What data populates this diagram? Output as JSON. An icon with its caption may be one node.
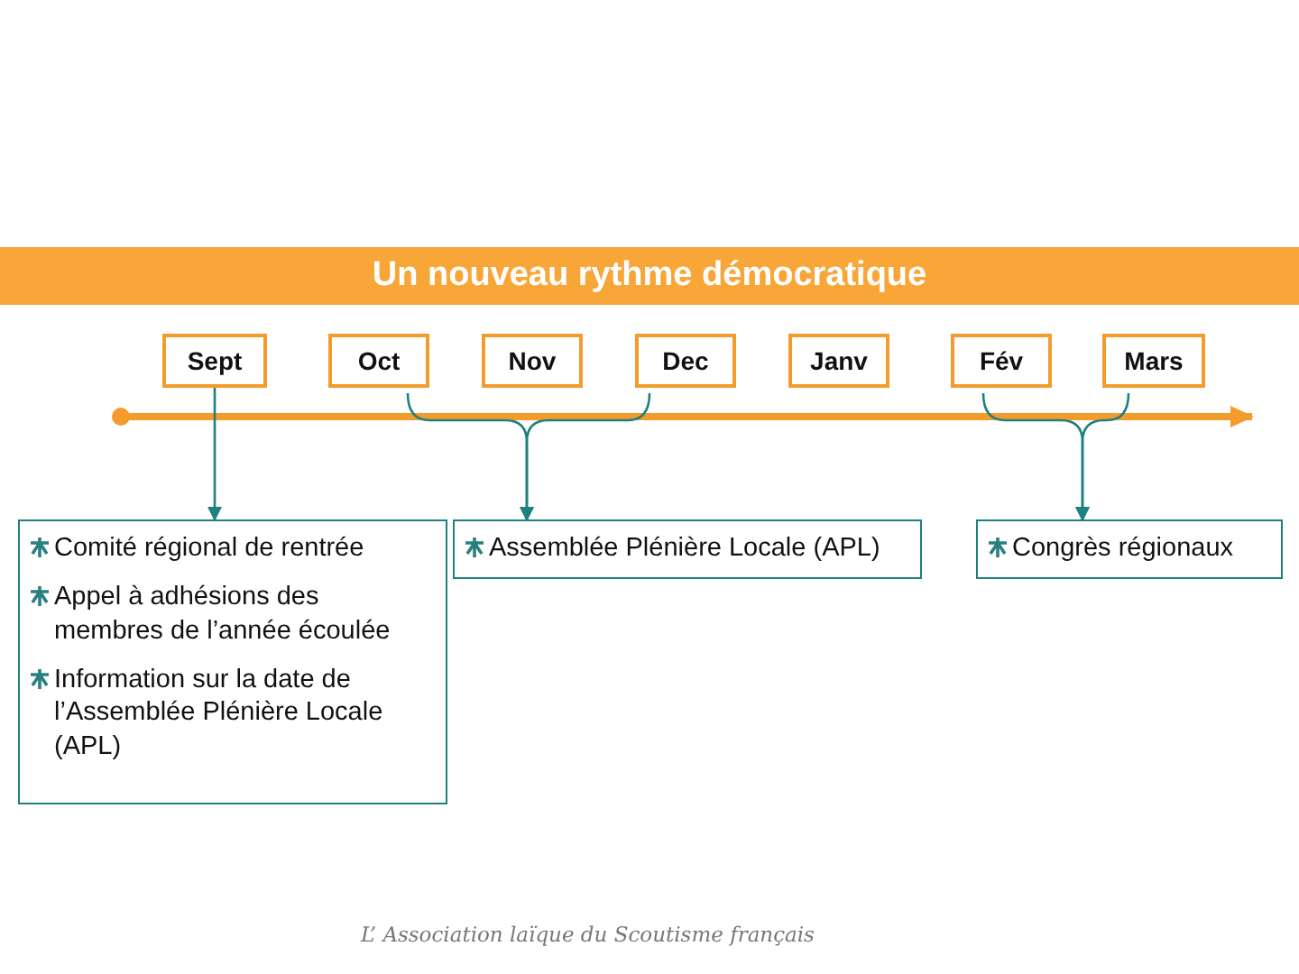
{
  "diagram": {
    "title": "Un nouveau rythme démocratique",
    "nodes": [
      {
        "text": [
          "Sept"
        ]
      },
      {
        "text": [
          "Oct"
        ]
      },
      {
        "text": [
          "Nov"
        ]
      },
      {
        "text": [
          "Dec"
        ]
      },
      {
        "text": [
          "Janv"
        ]
      },
      {
        "text": [
          "Fév"
        ]
      },
      {
        "text": [
          "Mars"
        ]
      },
      {
        "text": [
          "Comité régional de rentrée",
          "Appel à adhésions des membres de l’année écoulée",
          "Information sur la date de l’Assemblée Plénière Locale (APL)"
        ]
      },
      {
        "text": [
          "Assemblée Plénière Locale (APL)"
        ]
      },
      {
        "text": [
          "Congrès régionaux"
        ]
      }
    ],
    "edges": [
      {
        "from": 0,
        "to": 7,
        "arrow": "to"
      },
      {
        "from": 1,
        "to": 8,
        "arrow": "to"
      },
      {
        "from": 3,
        "to": 8,
        "arrow": "to"
      },
      {
        "from": 5,
        "to": 9,
        "arrow": "to"
      },
      {
        "from": 6,
        "to": 9,
        "arrow": "to"
      }
    ],
    "labels": [
      "L’ Association laïque du Scoutisme français"
    ]
  }
}
